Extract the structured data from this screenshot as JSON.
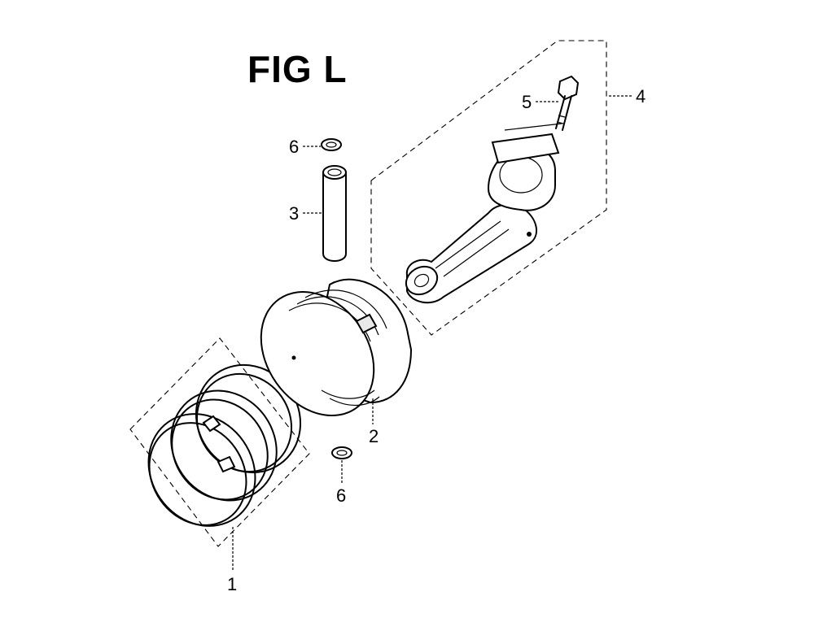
{
  "figure": {
    "title": "FIG L"
  },
  "callouts": {
    "piston_rings": "1",
    "piston": "2",
    "piston_pin": "3",
    "connecting_rod": "4",
    "rod_bolt": "5",
    "pin_clip_top": "6",
    "pin_clip_bottom": "6"
  },
  "colors": {
    "ink": "#000000",
    "paper": "#ffffff",
    "shade": "#e8e8e8"
  }
}
